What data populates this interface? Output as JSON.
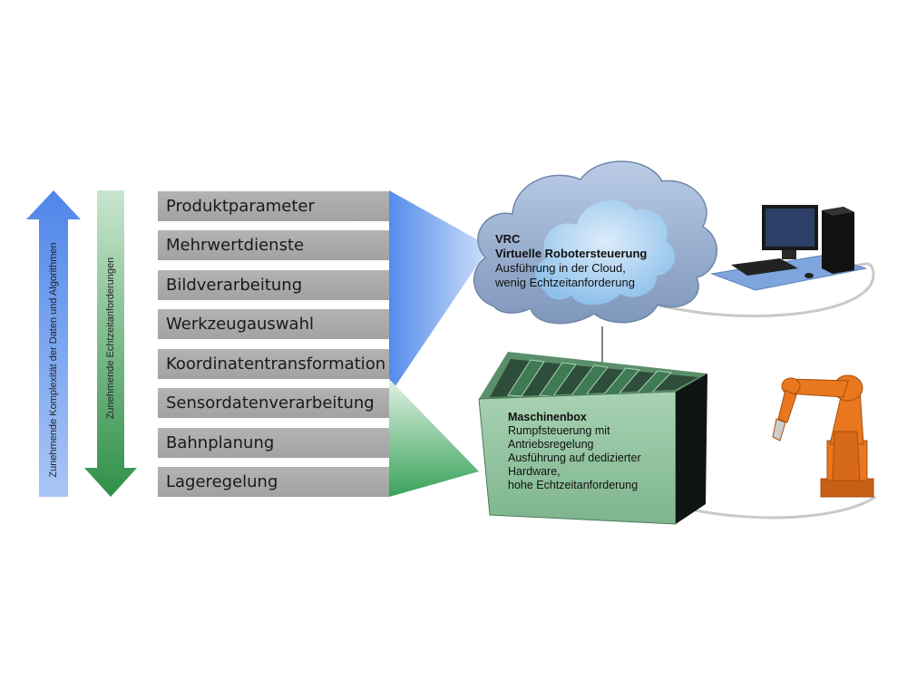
{
  "arrows": {
    "complexity_label": "Zunehmende Komplexität der Daten und Algorithmen",
    "realtime_label": "Zunehmende Echtzeitanforderungen",
    "complexity_color": "#5b8ee8",
    "realtime_color": "#3f9a5a"
  },
  "layers": [
    {
      "label": "Produktparameter"
    },
    {
      "label": "Mehrwertdienste"
    },
    {
      "label": "Bildverarbeitung"
    },
    {
      "label": "Werkzeugauswahl"
    },
    {
      "label": "Koordinatentransformation"
    },
    {
      "label": "Sensordatenverarbeitung"
    },
    {
      "label": "Bahnplanung"
    },
    {
      "label": "Lageregelung"
    }
  ],
  "cloud": {
    "title": "VRC",
    "subtitle": "Virtuelle Robotersteuerung",
    "line1": "Ausführung in der Cloud,",
    "line2": "wenig Echtzeitanforderung"
  },
  "box": {
    "title": "Maschinenbox",
    "line1": "Rumpfsteuerung mit",
    "line2": "Antriebsregelung",
    "line3": "Ausführung auf dedizierter",
    "line4": "Hardware,",
    "line5": "hohe Echtzeitanforderung"
  },
  "colors": {
    "layer_gray": "#aaaaaa",
    "cloud_blue": "#9fb8d8",
    "box_green": "#8fbf9f",
    "robot_orange": "#e8771f"
  }
}
